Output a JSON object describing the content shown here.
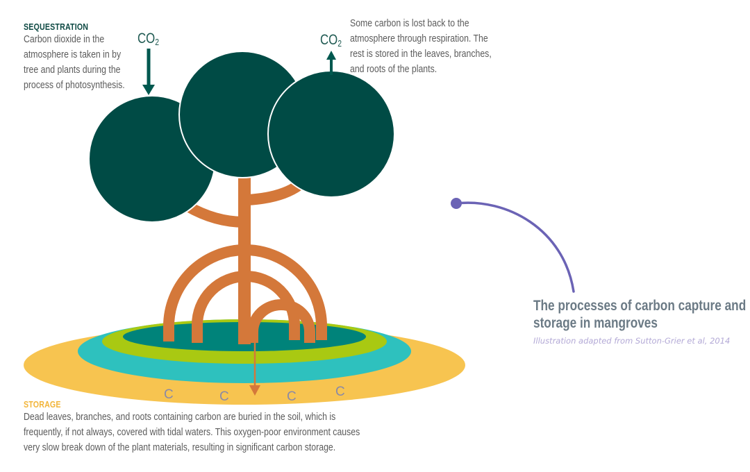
{
  "sequestration": {
    "title": "SEQUESTRATION",
    "lines": [
      "Carbon dioxide in the",
      "atmosphere is taken in by",
      "tree and plants during the",
      "process of photosynthesis."
    ]
  },
  "respiration": {
    "lines": [
      "Some carbon is lost back to the",
      "atmosphere through respiration. The",
      "rest is stored in the leaves, branches,",
      "and roots of the plants."
    ]
  },
  "storage": {
    "title": "STORAGE",
    "lines": [
      "Dead leaves, branches, and roots containing carbon are buried in the soil, which is",
      "frequently, if not always, covered with tidal waters. This oxygen-poor environment causes",
      "very slow break down of the plant materials, resulting in significant carbon storage."
    ]
  },
  "co2_in": {
    "main": "CO",
    "sub": "2"
  },
  "co2_out": {
    "main": "CO",
    "sub": "2"
  },
  "soil_carbon_labels": [
    "C",
    "C",
    "C",
    "C"
  ],
  "caption": {
    "title_lines": [
      "The processes of carbon capture and",
      "storage in mangroves"
    ],
    "credit": "Illustration adapted from Sutton-Grier et al, 2014"
  },
  "colors": {
    "canopy": "#004b45",
    "trunk": "#d4783a",
    "soil_outer": "#f7c450",
    "water": "#2ec1be",
    "grass": "#a9c912",
    "mud": "#00837a",
    "carbon_text": "#8a8aa6",
    "connector": "#6b63b5"
  },
  "icons": {
    "co2_in_arrow": "arrow-down-icon",
    "co2_out_arrow": "arrow-up-icon",
    "storage_arrow": "arrow-down-icon"
  }
}
